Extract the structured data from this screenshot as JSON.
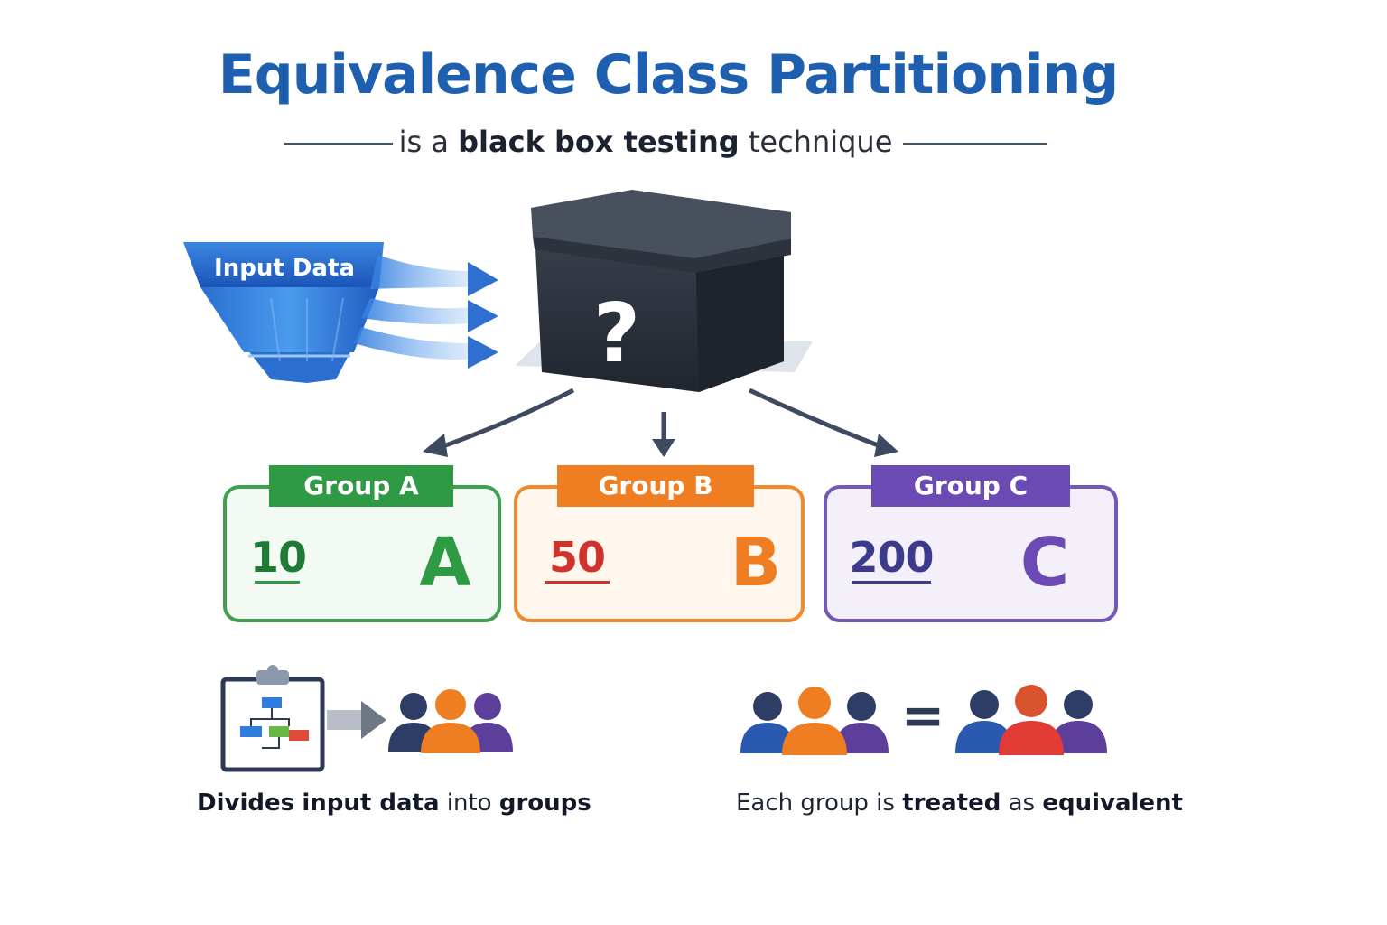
{
  "title": "Equivalence Class Partitioning",
  "subtitle": {
    "prefix": "is a",
    "emphasis": "black box testing",
    "suffix": "technique"
  },
  "input": {
    "label": "Input Data"
  },
  "box": {
    "symbol": "?"
  },
  "groups": [
    {
      "label": "Group A",
      "value": "10",
      "letter": "A",
      "icon": "id-card-icon",
      "color": "#2e9a44"
    },
    {
      "label": "Group B",
      "value": "50",
      "letter": "B",
      "icon": "calendar-icon",
      "color": "#ef7e22"
    },
    {
      "label": "Group C",
      "value": "200",
      "letter": "C",
      "icon": "phone-icon",
      "color": "#6b4bb3"
    }
  ],
  "captions": {
    "left": {
      "p1": "Divides",
      "p2": "input data",
      "p3": "into",
      "p4": "groups"
    },
    "right": {
      "p1": "Each group is",
      "p2": "treated",
      "p3": "as",
      "p4": "equivalent"
    }
  },
  "equals_symbol": "="
}
